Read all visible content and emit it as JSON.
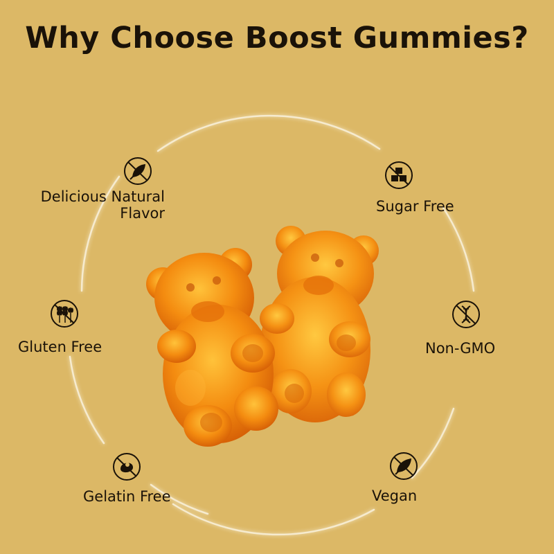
{
  "title": "Why Choose Boost Gummies?",
  "features": {
    "natural_flavor": {
      "line1": "Delicious Natural",
      "line2": "Flavor",
      "icon": "leaf-icon"
    },
    "sugar_free": {
      "label": "Sugar Free",
      "icon": "sugar-cubes-icon"
    },
    "gluten_free": {
      "label": "Gluten Free",
      "icon": "wheat-icon"
    },
    "non_gmo": {
      "label": "Non-GMO",
      "icon": "dna-icon"
    },
    "gelatin_free": {
      "label": "Gelatin Free",
      "icon": "gelatin-icon"
    },
    "vegan": {
      "label": "Vegan",
      "icon": "leaf-icon"
    }
  },
  "colors": {
    "background": "#dcb866",
    "text": "#1a1208",
    "ring": "#f6ebcf",
    "gummy": "#f08a12"
  }
}
